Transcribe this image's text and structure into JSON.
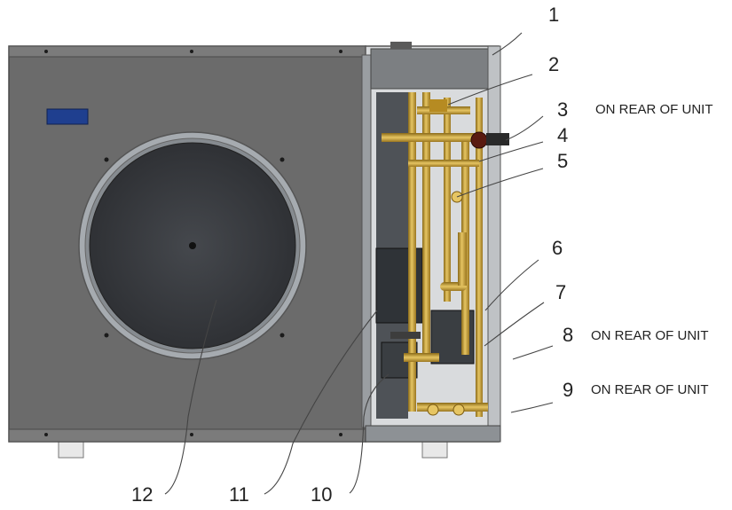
{
  "diagram": {
    "callouts": [
      {
        "id": "1",
        "label": "1",
        "note": ""
      },
      {
        "id": "2",
        "label": "2",
        "note": ""
      },
      {
        "id": "3",
        "label": "3",
        "note": "ON REAR OF UNIT"
      },
      {
        "id": "4",
        "label": "4",
        "note": ""
      },
      {
        "id": "5",
        "label": "5",
        "note": ""
      },
      {
        "id": "6",
        "label": "6",
        "note": ""
      },
      {
        "id": "7",
        "label": "7",
        "note": ""
      },
      {
        "id": "8",
        "label": "8",
        "note": "ON REAR OF UNIT"
      },
      {
        "id": "9",
        "label": "9",
        "note": "ON REAR OF UNIT"
      },
      {
        "id": "10",
        "label": "10",
        "note": ""
      },
      {
        "id": "11",
        "label": "11",
        "note": ""
      },
      {
        "id": "12",
        "label": "12",
        "note": ""
      }
    ],
    "colors": {
      "cabinet": "#6b6b6b",
      "cabinet_frame": "#8a8a8a",
      "fan_grille": "#3c3e42",
      "fan_ring": "#9aa0a6",
      "brass": "#c9a23a",
      "brass_dark": "#8a6a18",
      "badge": "#1f3f8f",
      "compartment": "#cfd2d4"
    }
  }
}
